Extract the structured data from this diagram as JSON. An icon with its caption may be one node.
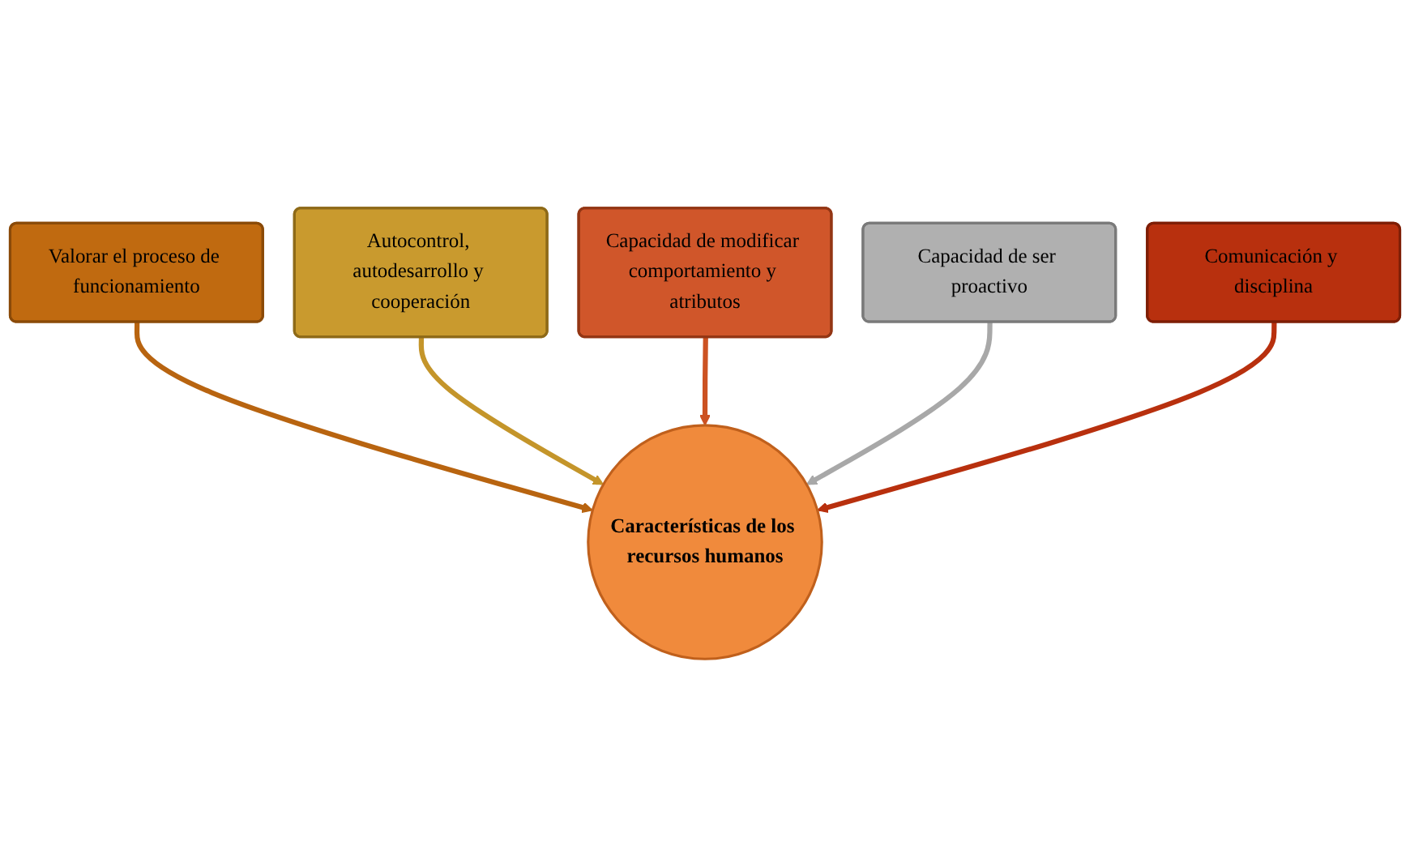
{
  "diagram": {
    "nodes": [
      {
        "text": [
          "Valorar el proceso de funcionamiento"
        ]
      },
      {
        "text": [
          "Autocontrol, autodesarrollo y cooperación"
        ]
      },
      {
        "text": [
          "Capacidad de modificar comportamiento y atributos"
        ]
      },
      {
        "text": [
          "Capacidad de ser proactivo"
        ]
      },
      {
        "text": [
          "Características de los recursos humanos"
        ]
      },
      {
        "text": [
          "Comunicación y disciplina"
        ]
      }
    ],
    "edges": [
      {
        "from": 0,
        "to": 4,
        "arrow": "to",
        "color": "#b86410"
      },
      {
        "from": 1,
        "to": 4,
        "arrow": "to",
        "color": "#c4952a"
      },
      {
        "from": 2,
        "to": 4,
        "arrow": "to",
        "color": "#cc5222"
      },
      {
        "from": 3,
        "to": 4,
        "arrow": "to",
        "color": "#a8a8a8"
      },
      {
        "from": 5,
        "to": 4,
        "arrow": "to",
        "color": "#b8300e"
      }
    ]
  }
}
